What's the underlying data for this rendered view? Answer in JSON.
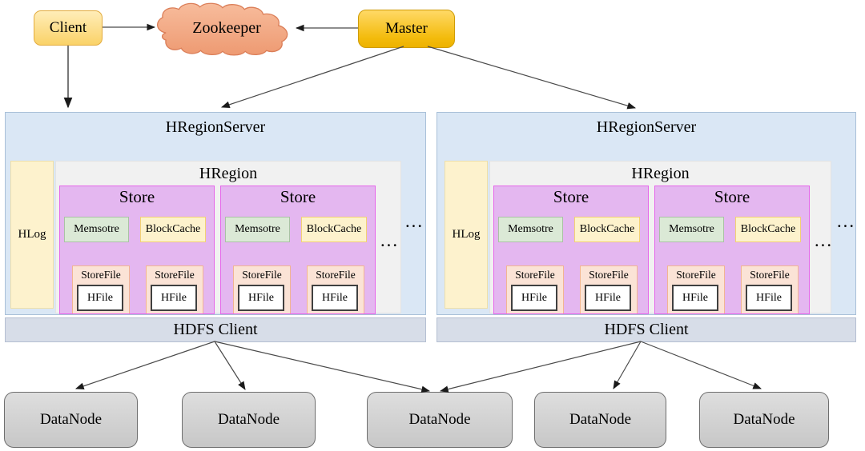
{
  "diagram": {
    "client": {
      "label": "Client"
    },
    "zookeeper": {
      "label": "Zookeeper"
    },
    "master": {
      "label": "Master"
    },
    "servers": [
      {
        "title": "HRegionServer",
        "hlog_label": "HLog",
        "region": {
          "title": "HRegion",
          "ellipsis": "···",
          "stores": [
            {
              "title": "Store",
              "memstore_label": "Memsotre",
              "blockcache_label": "BlockCache",
              "storefiles": [
                {
                  "label": "StoreFile",
                  "hfile_label": "HFile"
                },
                {
                  "label": "StoreFile",
                  "hfile_label": "HFile"
                }
              ]
            },
            {
              "title": "Store",
              "memstore_label": "Memsotre",
              "blockcache_label": "BlockCache",
              "storefiles": [
                {
                  "label": "StoreFile",
                  "hfile_label": "HFile"
                },
                {
                  "label": "StoreFile",
                  "hfile_label": "HFile"
                }
              ]
            }
          ]
        },
        "server_ellipsis": "···",
        "hdfs_label": "HDFS Client"
      },
      {
        "title": "HRegionServer",
        "hlog_label": "HLog",
        "region": {
          "title": "HRegion",
          "ellipsis": "···",
          "stores": [
            {
              "title": "Store",
              "memstore_label": "Memsotre",
              "blockcache_label": "BlockCache",
              "storefiles": [
                {
                  "label": "StoreFile",
                  "hfile_label": "HFile"
                },
                {
                  "label": "StoreFile",
                  "hfile_label": "HFile"
                }
              ]
            },
            {
              "title": "Store",
              "memstore_label": "Memsotre",
              "blockcache_label": "BlockCache",
              "storefiles": [
                {
                  "label": "StoreFile",
                  "hfile_label": "HFile"
                },
                {
                  "label": "StoreFile",
                  "hfile_label": "HFile"
                }
              ]
            }
          ]
        },
        "server_ellipsis": "···",
        "hdfs_label": "HDFS Client"
      }
    ],
    "datanodes": [
      "DataNode",
      "DataNode",
      "DataNode",
      "DataNode",
      "DataNode"
    ],
    "colors": {
      "client_fill": "#fad268",
      "master_fill": "#f3bb0c",
      "zookeeper_fill": "#f4ab89",
      "zookeeper_border": "#db7e58",
      "server_fill": "#dae7f5",
      "region_fill": "#f1f1f1",
      "store_fill": "#e4b7f0",
      "store_border": "#e566ea",
      "memstore_fill": "#dbe9d6",
      "blockcache_fill": "#fdf2cc",
      "storefile_fill": "#fbe3d6",
      "hlog_fill": "#fdf2cd",
      "hdfs_fill": "#d7dde8",
      "datanode_fill": "#cfcfcf"
    }
  }
}
